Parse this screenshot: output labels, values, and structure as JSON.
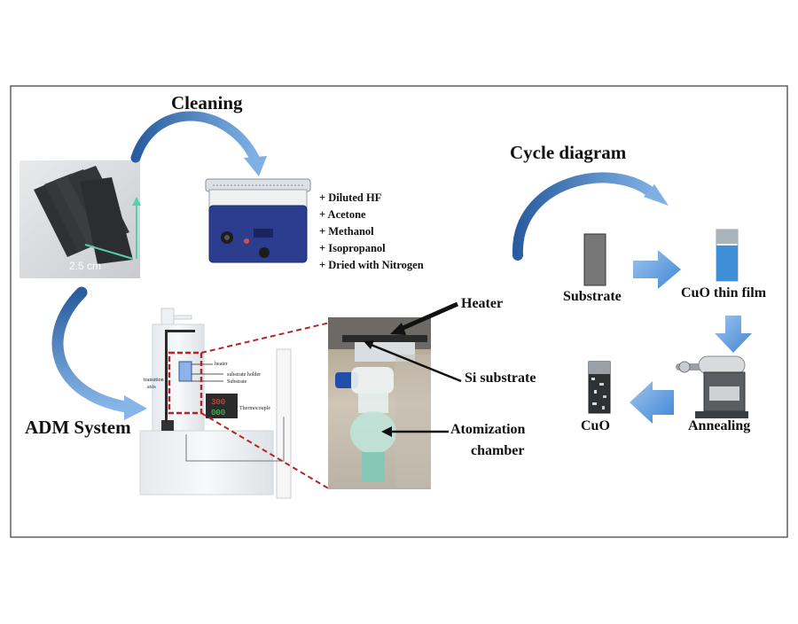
{
  "titles": {
    "cleaning": "Cleaning",
    "cycle_diagram": "Cycle diagram",
    "adm_system": "ADM System"
  },
  "wafer": {
    "size_label": "2.5 cm"
  },
  "cleaning_steps": [
    "+ Diluted  HF",
    "+ Acetone",
    "+ Methanol",
    "+ Isopropanol",
    "+ Dried  with  Nitrogen"
  ],
  "adm_labels": {
    "heater": "Heater",
    "si_substrate": "Si substrate",
    "atomization_line1": "Atomization",
    "atomization_line2": "chamber"
  },
  "schematic": {
    "heater": "heater",
    "substrate_holder": "substrate holder",
    "substrate": "Substrate",
    "thermocouple": "Thermocouple",
    "transition_line1": "transition",
    "transition_line2": "axis",
    "display_top": "300",
    "display_bottom": "000"
  },
  "cycle_labels": {
    "substrate": "Substrate",
    "cuo_thin_film": "CuO thin film",
    "annealing": "Annealing",
    "cuo": "CuO"
  },
  "colors": {
    "arrow_dark": "#2e63a6",
    "arrow_light": "#8fb8e6",
    "film_blue": "#3f8fd8",
    "border": "#555555"
  }
}
